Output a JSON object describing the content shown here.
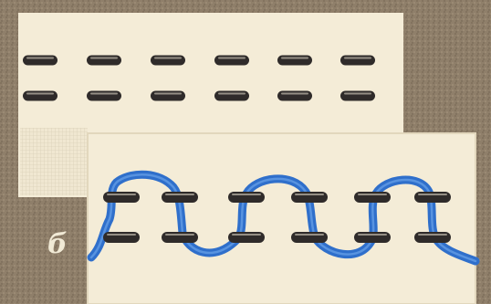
{
  "figure": {
    "label": "б",
    "colors": {
      "background": "#8f7f6a",
      "fabric": "#f4ecd7",
      "stitch": "#2f2b2a",
      "thread": "#2f6fcb"
    },
    "top_panel": {
      "rows": 2,
      "stitches_per_row": 6
    },
    "bottom_panel": {
      "rows": 2,
      "stitches_per_row": 6
    }
  }
}
